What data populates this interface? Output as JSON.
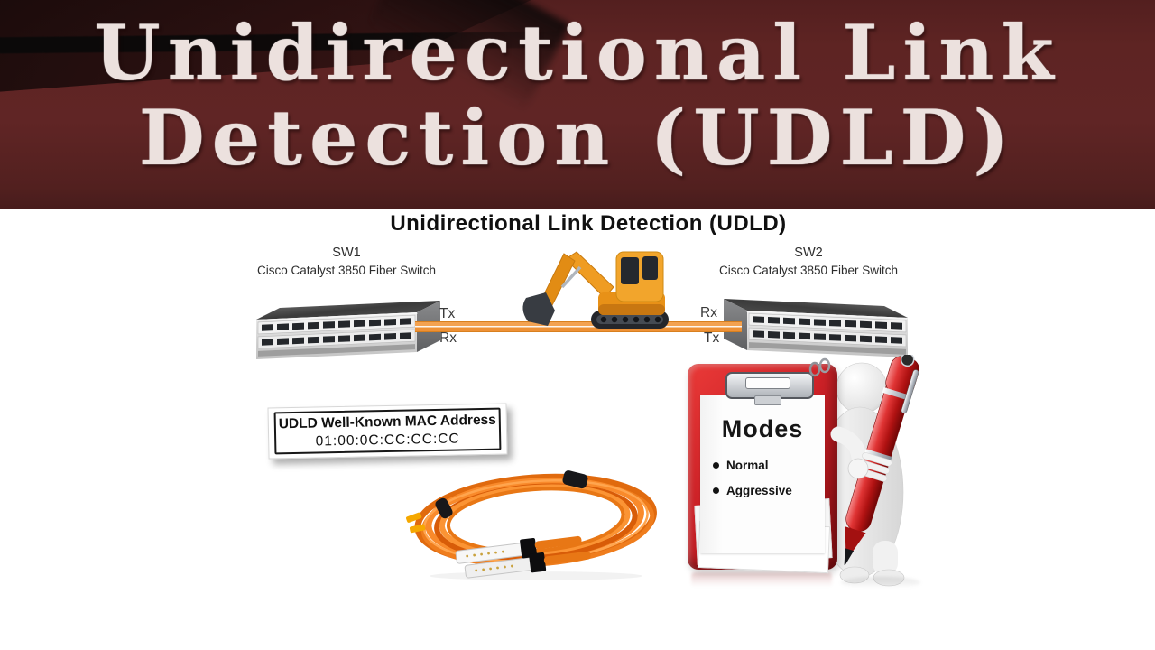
{
  "slide": {
    "banner": {
      "title_line1": "Unidirectional Link",
      "title_line2": "Detection (UDLD)",
      "bg_color": "#5e2423",
      "text_color": "#ece1de"
    },
    "diagram": {
      "title": "Unidirectional Link Detection (UDLD)",
      "left_switch": {
        "name": "SW1",
        "model": "Cisco Catalyst 3850 Fiber Switch",
        "top_port": "Tx",
        "bottom_port": "Rx"
      },
      "right_switch": {
        "name": "SW2",
        "model": "Cisco Catalyst 3850 Fiber Switch",
        "top_port": "Rx",
        "bottom_port": "Tx"
      },
      "mac_box": {
        "title": "UDLD Well-Known MAC Address",
        "address": "01:00:0C:CC:CC:CC"
      },
      "modes": {
        "title": "Modes",
        "items": [
          "Normal",
          "Aggressive"
        ]
      },
      "colors": {
        "fiber_link": "#ee9a3d",
        "clipboard_red": "#cb2026",
        "cable_orange": "#f47b20"
      },
      "icons": {
        "excavator": "excavator-illustration",
        "fiber_cable": "fiber-cable-illustration",
        "clipboard": "clipboard-modes-illustration",
        "figure": "white-figure-with-red-pen-illustration",
        "switch": "cisco-switch-illustration"
      }
    }
  }
}
